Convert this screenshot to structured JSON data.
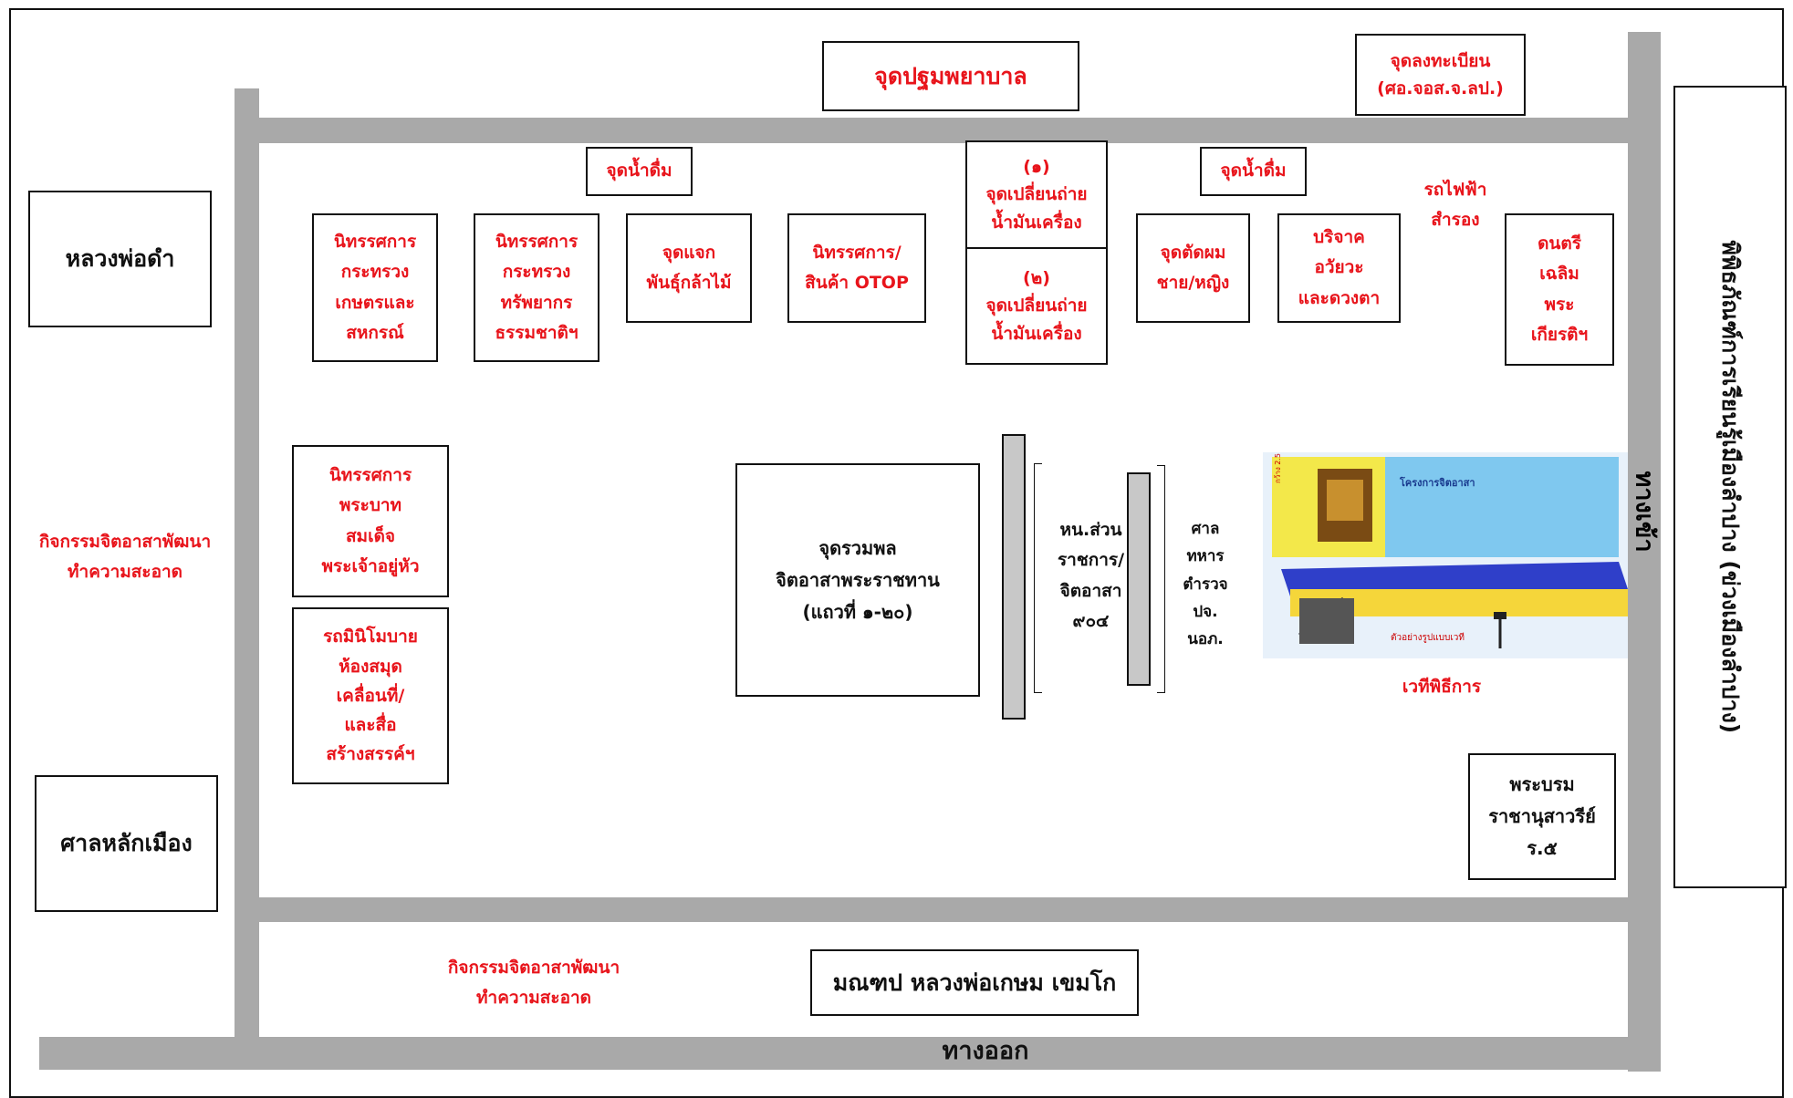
{
  "buildings": {
    "first_aid": "จุดปฐมพยาบาล",
    "registration_1": "จุดลงทะเบียน",
    "registration_2": "(ศอ.จอส.จ.ลป.)",
    "luang_pho_dam": "หลวงพ่อดำ",
    "city_pillar": "ศาลหลักเมือง",
    "museum": "พิพิธภัณฑ์การเรียนรู้เมืองลำปาง (ข่วงเมืองลำปาง)",
    "pavilion": "มณฑป หลวงพ่อเกษม เขมโก"
  },
  "booths": {
    "water_1": "จุดน้ำดื่ม",
    "water_2": "จุดน้ำดื่ม",
    "agri_expo": [
      "นิทรรศการ",
      "กระทรวง",
      "เกษตรและ",
      "สหกรณ์"
    ],
    "resources_expo": [
      "นิทรรศการ",
      "กระทรวง",
      "ทรัพยากร",
      "ธรรมชาติฯ"
    ],
    "seedlings": [
      "จุดแจก",
      "พันธุ์กล้าไม้"
    ],
    "otop": [
      "นิทรรศการ/",
      "สินค้า OTOP"
    ],
    "oil_change_1": [
      "(๑)",
      "จุดเปลี่ยนถ่าย",
      "น้ำมันเครื่อง"
    ],
    "oil_change_2": [
      "(๒)",
      "จุดเปลี่ยนถ่าย",
      "น้ำมันเครื่อง"
    ],
    "haircut": [
      "จุดตัดผม",
      "ชาย/หญิง"
    ],
    "organ_donation": [
      "บริจาค",
      "อวัยวะ",
      "และดวงตา"
    ],
    "ev_1": "รถไฟฟ้า",
    "ev_2": "สำรอง",
    "music": [
      "ดนตรี",
      "เฉลิม",
      "พระ",
      "เกียรติฯ"
    ],
    "royal_expo": [
      "นิทรรศการ",
      "พระบาท",
      "สมเด็จ",
      "พระเจ้าอยู่หัว"
    ],
    "mobile_library": [
      "รถมินิโมบาย",
      "ห้องสมุด",
      "เคลื่อนที่/",
      "และสื่อ",
      "สร้างสรรค์ฯ"
    ],
    "volunteer_assembly": [
      "จุดรวมพล",
      "จิตอาสาพระราชทาน",
      "(แถวที่ ๑-๒๐)"
    ],
    "gov_units": [
      "หน.ส่วน",
      "ราชการ/",
      "จิตอาสา",
      "๙๐๔"
    ],
    "forces": [
      "ศาล",
      "ทหาร",
      "ตำรวจ",
      "ปจ.",
      "นอภ."
    ],
    "stage_label": "เวทีพิธีการ",
    "monument": [
      "พระบรม",
      "ราชานุสาวรีย์",
      "ร.๕"
    ]
  },
  "activities": {
    "left_1": "กิจกรรมจิตอาสาพัฒนา",
    "left_2": "ทำความสะอาด",
    "bottom_1": "กิจกรรมจิตอาสาพัฒนา",
    "bottom_2": "ทำความสะอาด"
  },
  "roads": {
    "entrance": "ทางเข้า",
    "exit": "ทางออก"
  },
  "stage_image": {
    "caption": "ตัวอย่างรูปแบบเวที",
    "sign": "โครงการจิตอาสา",
    "width_label": "กว้าง 2.5 เมตร"
  },
  "colors": {
    "label_red": "#e8141b",
    "road_gray": "#a9a9a9"
  }
}
